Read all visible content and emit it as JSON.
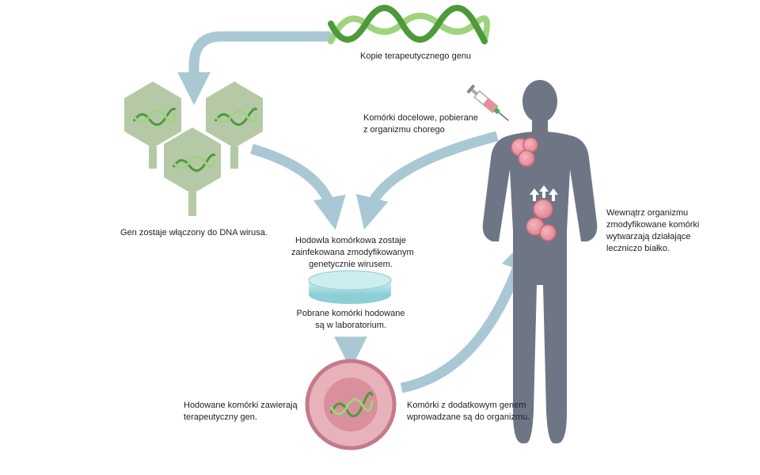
{
  "labels": {
    "gene_copies": "Kopie terapeutycznego genu",
    "target_cells": [
      "Komórki docelowe, pobierane",
      "z organizmu chorego"
    ],
    "gene_inserted": "Gen zostaje włączony do DNA wirusa.",
    "culture_infected": [
      "Hodowla komórkowa zostaje",
      "zainfekowana zmodyfikowanym",
      "genetycznie wirusem."
    ],
    "cells_cultured": [
      "Pobrane komórki hodowane",
      "są w laboratorium."
    ],
    "cultured_contain": [
      "Hodowane komórki zawierają",
      "terapeutyczny gen."
    ],
    "cells_introduced": [
      "Komórki z dodatkowym genem",
      "wprowadzane są do organizmu."
    ],
    "inside_body": [
      "Wewnątrz organizmu",
      "zmodyfikowane komórki",
      "wytwarzają działające",
      "leczniczo białko."
    ]
  },
  "colors": {
    "arrow": "#a9c8d4",
    "virus": "#b5c9a7",
    "dna_dark": "#4e9a3a",
    "dna_light": "#9fd37f",
    "body": "#6e7686",
    "cell": "#e88f9c",
    "big_cell_outer": "#c47a8a",
    "big_cell_inner": "#e7b2b9",
    "dish": "#9fd6dc"
  },
  "icons": [
    "dna-helix-icon",
    "virus-icon",
    "syringe-icon",
    "petri-dish-icon",
    "cell-icon",
    "human-body-icon",
    "up-arrow-icon"
  ]
}
